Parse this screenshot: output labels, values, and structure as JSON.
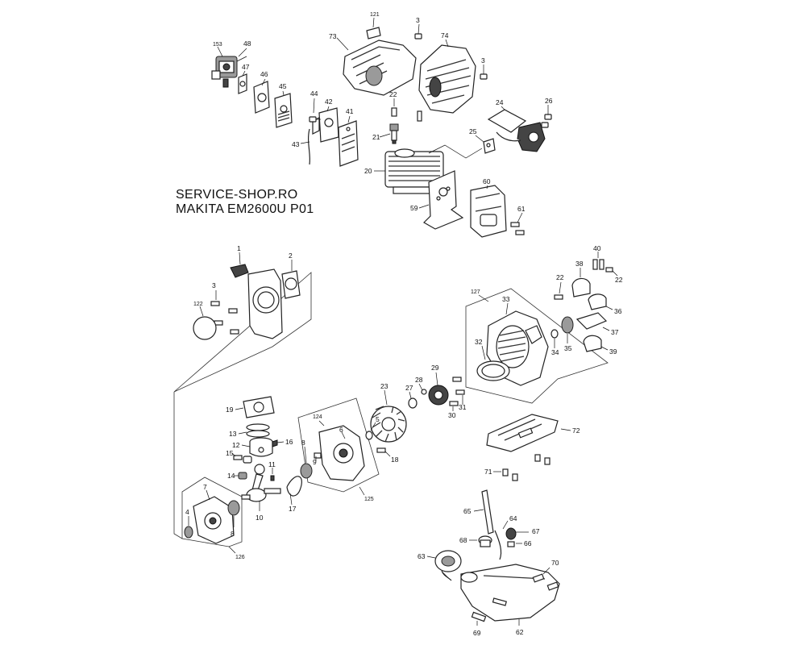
{
  "title_lines": [
    "SERVICE-SHOP.RO",
    "MAKITA EM2600U P01"
  ],
  "callouts": {
    "p153": "153",
    "p48": "48",
    "p47": "47",
    "p46": "46",
    "p45": "45",
    "p44": "44",
    "p42": "42",
    "p41": "41",
    "p43": "43",
    "p121": "121",
    "p3a": "3",
    "p73": "73",
    "p74": "74",
    "p3b": "3",
    "p22a": "22",
    "p21": "21",
    "p20": "20",
    "p24": "24",
    "p26": "26",
    "p25": "25",
    "p59": "59",
    "p60": "60",
    "p61": "61",
    "p1": "1",
    "p2": "2",
    "p3c": "3",
    "p122": "122",
    "p40": "40",
    "p38": "38",
    "p22b": "22",
    "p22c": "22",
    "p127": "127",
    "p33": "33",
    "p36": "36",
    "p37": "37",
    "p39": "39",
    "p32": "32",
    "p34": "34",
    "p35": "35",
    "p29": "29",
    "p28": "28",
    "p27": "27",
    "p23": "23",
    "p30": "30",
    "p31": "31",
    "p19": "19",
    "p124": "124",
    "p5": "5",
    "p13": "13",
    "p16": "16",
    "p12": "12",
    "p15": "15",
    "p6": "6",
    "p8a": "8",
    "p9": "9",
    "p18": "18",
    "p14": "14",
    "p11": "11",
    "p7": "7",
    "p4": "4",
    "p8b": "8",
    "p10": "10",
    "p17": "17",
    "p125": "125",
    "p126": "126",
    "p72": "72",
    "p71": "71",
    "p65": "65",
    "p64": "64",
    "p67": "67",
    "p68": "68",
    "p66": "66",
    "p63": "63",
    "p70": "70",
    "p69": "69",
    "p62": "62"
  }
}
